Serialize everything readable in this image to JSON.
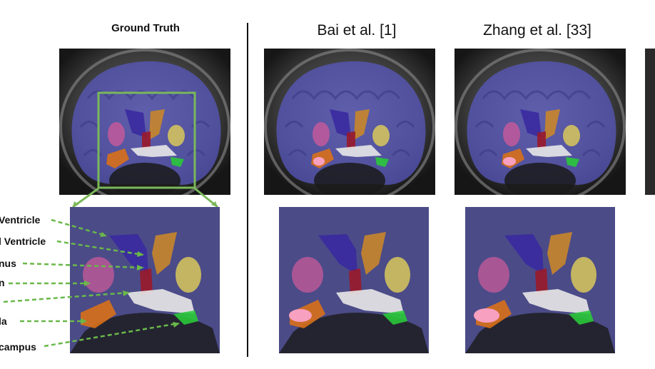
{
  "figure": {
    "columns": [
      {
        "title": "Ground Truth",
        "style": "bold"
      },
      {
        "title": "Bai et al. [1]",
        "style": "regular"
      },
      {
        "title": "Zhang et al. [33]",
        "style": "regular"
      }
    ],
    "structure_labels": [
      "Ventricle",
      "l Ventricle",
      "nus",
      "n",
      "",
      "la",
      "campus"
    ],
    "colors": {
      "cortex_overlay": "#5a5ac8",
      "ventricle": "#3a2aa0",
      "caudate": "#c8862a",
      "thalamus": "#d8c85a",
      "putamen": "#c85a9a",
      "pallidum": "#9a1a2a",
      "amygdala": "#d8701a",
      "hippocampus": "#2ac83a",
      "white_matter_stem": "#e8e8e8",
      "pink_region": "#f8a0c0",
      "zoom_box": "#7ab85a"
    }
  }
}
